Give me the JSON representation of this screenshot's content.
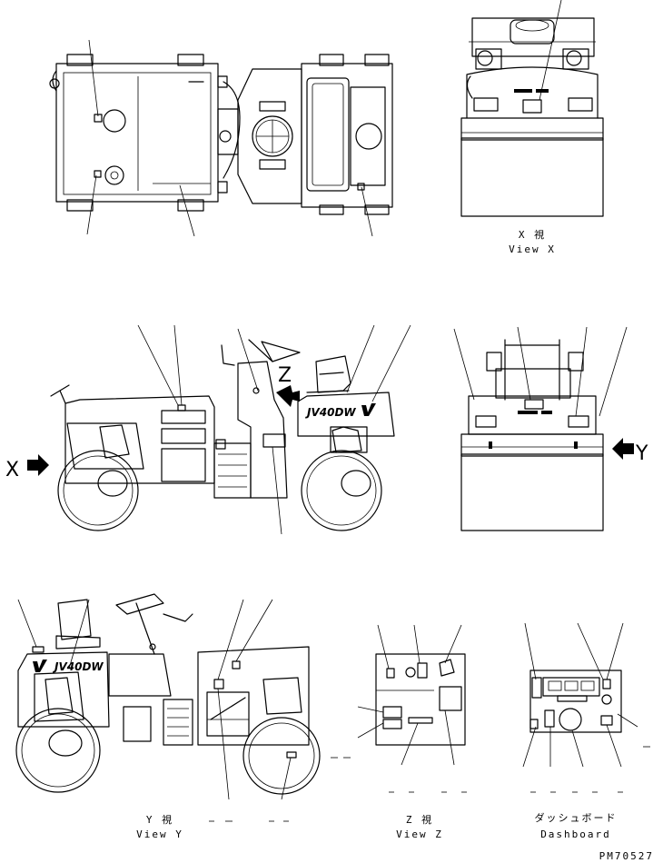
{
  "views": {
    "view_x": {
      "jp": "X 視",
      "en": "View X"
    },
    "view_y": {
      "jp": "Y 視",
      "en": "View Y"
    },
    "view_z": {
      "jp": "Z 視",
      "en": "View Z"
    },
    "dashboard": {
      "jp": "ダッシュボード",
      "en": "Dashboard"
    }
  },
  "arrows": {
    "x": "X",
    "y": "Y",
    "z": "Z"
  },
  "model_label": "JV40DW",
  "drawing_number": "PM70527"
}
